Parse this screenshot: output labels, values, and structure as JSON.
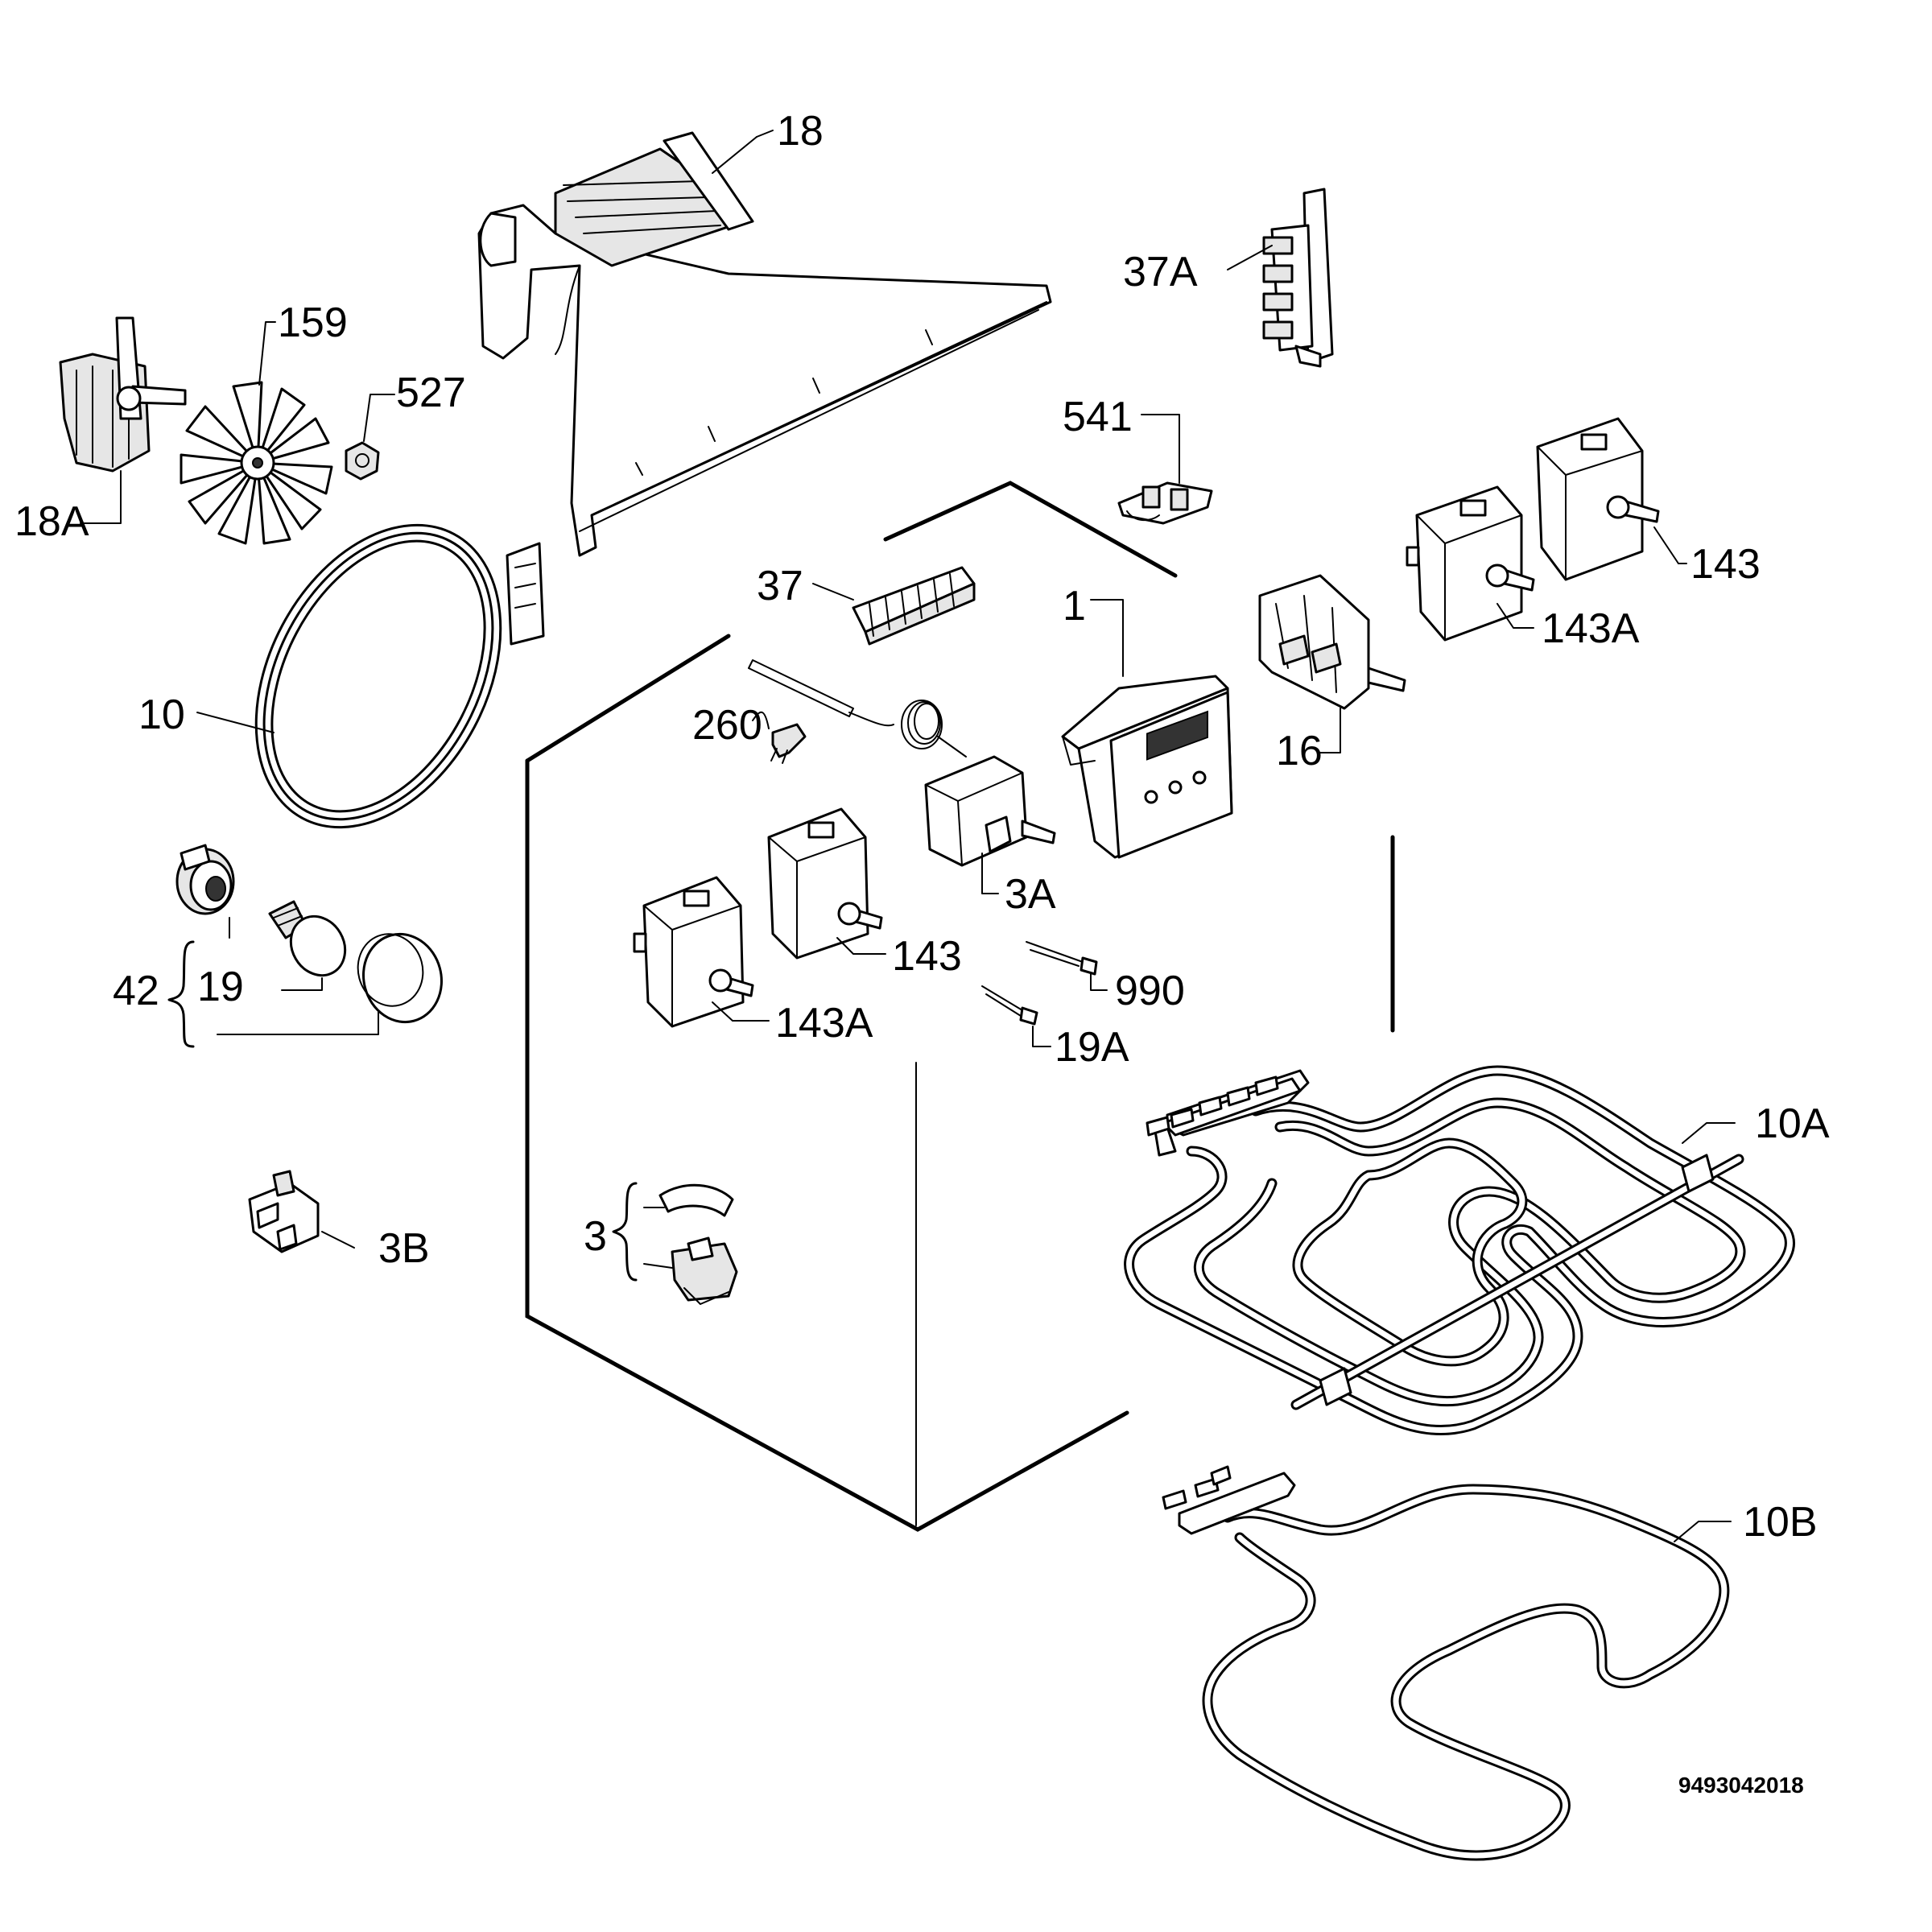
{
  "diagram": {
    "drawing_number": "9493042018",
    "labels": {
      "p18": "18",
      "p37a": "37A",
      "p159": "159",
      "p527": "527",
      "p18a": "18A",
      "p541": "541",
      "p143_right": "143",
      "p143a_right": "143A",
      "p37": "37",
      "p1": "1",
      "p16": "16",
      "p10": "10",
      "p260": "260",
      "p3a": "3A",
      "p143_center": "143",
      "p143a_center": "143A",
      "p990": "990",
      "p19a": "19A",
      "p42": "42",
      "p19": "19",
      "p10a": "10A",
      "p3b": "3B",
      "p3": "3",
      "p10b": "10B"
    }
  }
}
